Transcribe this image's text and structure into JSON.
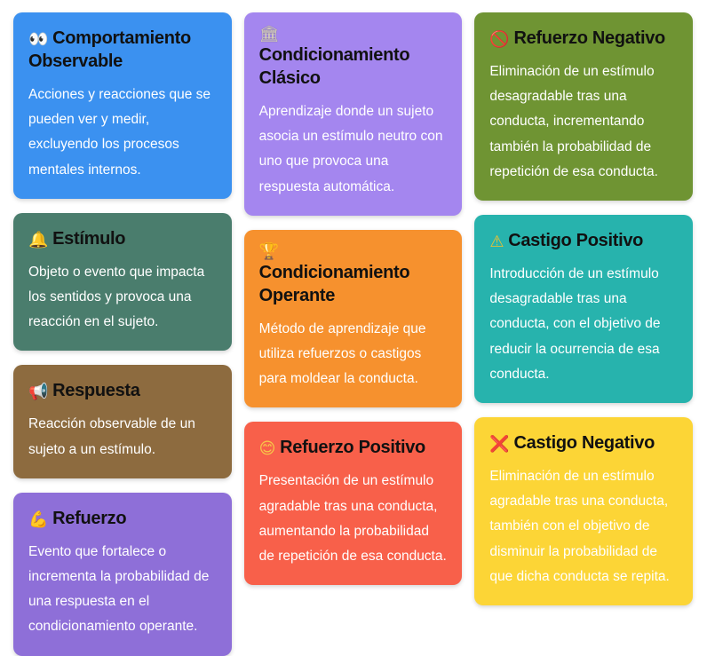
{
  "board": {
    "layout": "masonry-3-column",
    "background": "#ffffff",
    "columns": [
      {
        "id": "column-1",
        "cards": [
          {
            "id": "comportamiento-observable",
            "icon": "eyes-icon",
            "icon_glyph": "👀",
            "icon_class": "ico-eyes",
            "icon_inline": true,
            "title": "Comportamiento Observable",
            "body": "Acciones y reacciones que se pueden ver y medir, excluyendo los procesos mentales internos.",
            "bg": "#3b91f0",
            "title_color": "#111111",
            "body_color": "#ffffff"
          },
          {
            "id": "estimulo",
            "icon": "bell-icon",
            "icon_glyph": "🔔",
            "icon_class": "ico-bell",
            "icon_inline": true,
            "title": "Estímulo",
            "body": "Objeto o evento que impacta los sentidos y provoca una reacción en el sujeto.",
            "bg": "#4a7d6d",
            "title_color": "#111111",
            "body_color": "#ffffff"
          },
          {
            "id": "respuesta",
            "icon": "megaphone-icon",
            "icon_glyph": "📢",
            "icon_class": "ico-speaker",
            "icon_inline": true,
            "title": "Respuesta",
            "body": "Reacción observable de un sujeto a un estímulo.",
            "bg": "#8d6b3f",
            "title_color": "#111111",
            "body_color": "#ffffff"
          },
          {
            "id": "refuerzo",
            "icon": "flexed-biceps-icon",
            "icon_glyph": "💪",
            "icon_class": "ico-muscle",
            "icon_inline": true,
            "title": "Refuerzo",
            "body": "Evento que fortalece o incrementa la probabilidad de una respuesta en el condicionamiento operante.",
            "bg": "#8e6fd8",
            "title_color": "#111111",
            "body_color": "#ffffff"
          }
        ]
      },
      {
        "id": "column-2",
        "cards": [
          {
            "id": "condicionamiento-clasico",
            "icon": "classical-building-icon",
            "icon_glyph": "🏛",
            "icon_class": "ico-bank",
            "icon_inline": false,
            "title": "Condicionamiento Clásico",
            "body": "Aprendizaje donde un sujeto asocia un estímulo neutro con uno que provoca una respuesta automática.",
            "bg": "#a486ef",
            "title_color": "#111111",
            "body_color": "#ffffff"
          },
          {
            "id": "condicionamiento-operante",
            "icon": "trophy-icon",
            "icon_glyph": "🏆",
            "icon_class": "ico-trophy",
            "icon_inline": false,
            "title": "Condicionamiento Operante",
            "body": "Método de aprendizaje que utiliza refuerzos o castigos para moldear la conducta.",
            "bg": "#f6912e",
            "title_color": "#111111",
            "body_color": "#ffffff"
          },
          {
            "id": "refuerzo-positivo",
            "icon": "smiling-face-icon",
            "icon_glyph": "😊",
            "icon_class": "ico-smile",
            "icon_inline": true,
            "title": "Refuerzo Positivo",
            "body": "Presentación de un estímulo agradable tras una conducta, aumentando la probabilidad de repetición de esa conducta.",
            "bg": "#f8604a",
            "title_color": "#111111",
            "body_color": "#ffffff"
          }
        ]
      },
      {
        "id": "column-3",
        "cards": [
          {
            "id": "refuerzo-negativo",
            "icon": "prohibited-icon",
            "icon_glyph": "🚫",
            "icon_class": "ico-ban",
            "icon_inline": true,
            "title": "Refuerzo Negativo",
            "body": "Eliminación de un estímulo desagradable tras una conducta, incrementando también la probabilidad de repetición de esa conducta.",
            "bg": "#6f9433",
            "title_color": "#111111",
            "body_color": "#ffffff"
          },
          {
            "id": "castigo-positivo",
            "icon": "warning-icon",
            "icon_glyph": "⚠",
            "icon_class": "ico-warn",
            "icon_inline": true,
            "title": "Castigo Positivo",
            "body": "Introducción de un estímulo desagradable tras una conducta, con el objetivo de reducir la ocurrencia de esa conducta.",
            "bg": "#27b3ad",
            "title_color": "#111111",
            "body_color": "#ffffff"
          },
          {
            "id": "castigo-negativo",
            "icon": "cross-mark-icon",
            "icon_glyph": "❌",
            "icon_class": "ico-cross",
            "icon_inline": true,
            "title": "Castigo Negativo",
            "body": "Eliminación de un estímulo agradable tras una conducta, también con el objetivo de disminuir la probabilidad de que dicha conducta se repita.",
            "bg": "#fcd536",
            "title_color": "#111111",
            "body_color": "#ffffff"
          }
        ]
      }
    ]
  }
}
